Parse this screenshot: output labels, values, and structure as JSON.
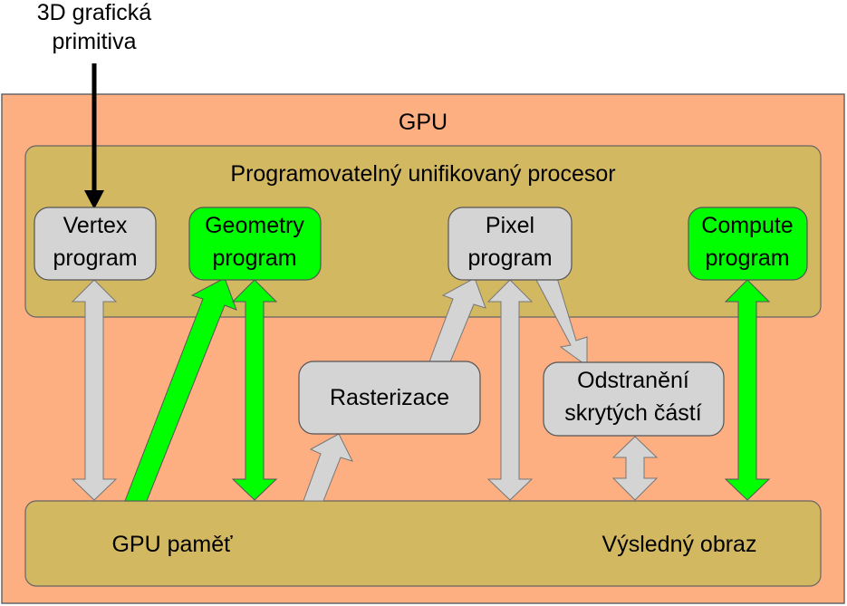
{
  "input_label": {
    "line1": "3D grafická",
    "line2": "primitiva"
  },
  "gpu": {
    "label": "GPU"
  },
  "processor": {
    "label": "Programovatelný unifikovaný procesor"
  },
  "nodes": {
    "vertex": {
      "line1": "Vertex",
      "line2": "program"
    },
    "geometry": {
      "line1": "Geometry",
      "line2": "program"
    },
    "pixel": {
      "line1": "Pixel",
      "line2": "program"
    },
    "compute": {
      "line1": "Compute",
      "line2": "program"
    },
    "rasterizer": {
      "line1": "Rasterizace"
    },
    "hidden_removal": {
      "line1": "Odstranění",
      "line2": "skrytých částí"
    }
  },
  "memory": {
    "label_left": "GPU paměť",
    "label_right": "Výsledný obraz"
  },
  "colors": {
    "gpu_fill": "#fdaf82",
    "panel_fill": "#d3b862",
    "node_gray": "#d4d4d4",
    "node_green": "#00ff00",
    "arrow_gray": "#d4d4d4",
    "arrow_green": "#00ff00",
    "outline": "#555555"
  }
}
